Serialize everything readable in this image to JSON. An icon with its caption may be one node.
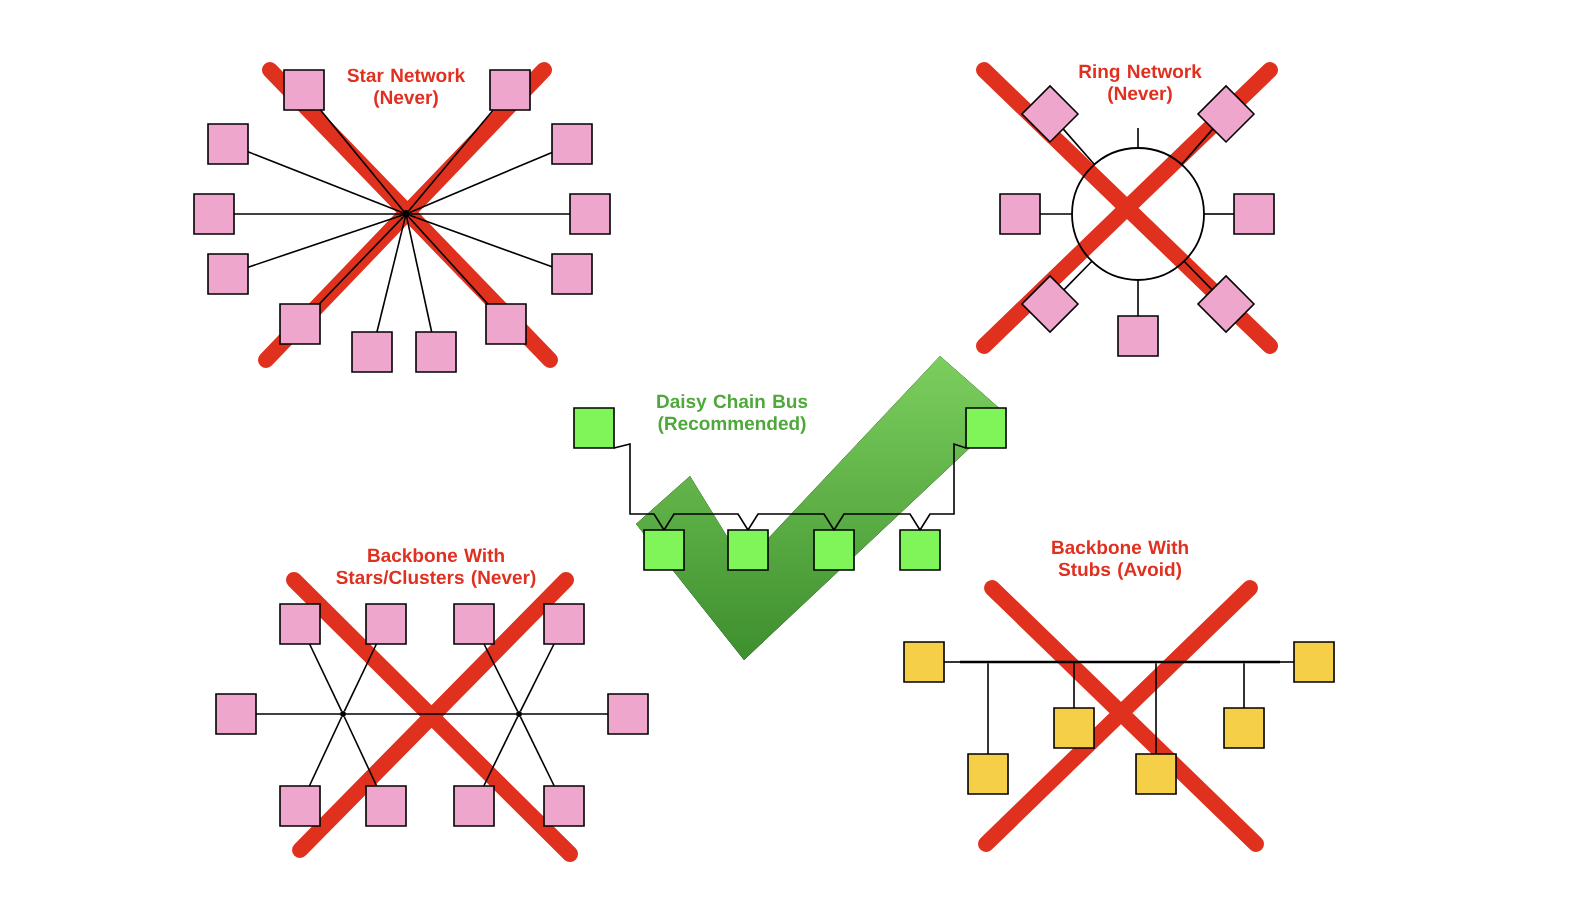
{
  "diagram": {
    "nodes": [
      {
        "text": [],
        "shape": "box"
      },
      {
        "text": [],
        "shape": "box"
      },
      {
        "text": [],
        "shape": "box"
      },
      {
        "text": [],
        "shape": "box"
      },
      {
        "text": [],
        "shape": "box"
      },
      {
        "text": [],
        "shape": "box"
      },
      {
        "text": [],
        "shape": "box"
      },
      {
        "text": [],
        "shape": "box"
      },
      {
        "text": [],
        "shape": "box"
      },
      {
        "text": [],
        "shape": "box"
      },
      {
        "text": [],
        "shape": "box"
      },
      {
        "text": [],
        "shape": "box"
      },
      {
        "text": [],
        "shape": "circle"
      },
      {
        "text": [],
        "shape": "circle"
      },
      {
        "text": [],
        "shape": "diamond"
      },
      {
        "text": [],
        "shape": "diamond"
      },
      {
        "text": [],
        "shape": "box"
      },
      {
        "text": [],
        "shape": "box"
      },
      {
        "text": [],
        "shape": "diamond"
      },
      {
        "text": [],
        "shape": "diamond"
      },
      {
        "text": [],
        "shape": "box"
      },
      {
        "text": [],
        "shape": "box"
      },
      {
        "text": [],
        "shape": "box"
      },
      {
        "text": [],
        "shape": "box"
      },
      {
        "text": [],
        "shape": "box"
      },
      {
        "text": [],
        "shape": "box"
      },
      {
        "text": [],
        "shape": "box"
      },
      {
        "text": [],
        "shape": "box"
      },
      {
        "text": [],
        "shape": "box"
      },
      {
        "text": [],
        "shape": "box"
      },
      {
        "text": [],
        "shape": "box"
      },
      {
        "text": [],
        "shape": "box"
      },
      {
        "text": [],
        "shape": "box"
      },
      {
        "text": [],
        "shape": "box"
      },
      {
        "text": [],
        "shape": "box"
      },
      {
        "text": [],
        "shape": "box"
      },
      {
        "text": [],
        "shape": "box"
      },
      {
        "text": [],
        "shape": "bar"
      },
      {
        "text": [],
        "shape": "box"
      },
      {
        "text": [],
        "shape": "box"
      },
      {
        "text": [],
        "shape": "box"
      },
      {
        "text": [],
        "shape": "box"
      },
      {
        "text": [],
        "shape": "box"
      },
      {
        "text": [],
        "shape": "box"
      },
      {
        "text": [],
        "shape": "circle"
      },
      {
        "text": [],
        "shape": "circle"
      }
    ],
    "edges": [
      {
        "from": 0,
        "to": 12,
        "arrow": "none"
      },
      {
        "from": 1,
        "to": 12,
        "arrow": "none"
      },
      {
        "from": 2,
        "to": 12,
        "arrow": "none"
      },
      {
        "from": 3,
        "to": 12,
        "arrow": "none"
      },
      {
        "from": 4,
        "to": 12,
        "arrow": "none"
      },
      {
        "from": 5,
        "to": 12,
        "arrow": "none"
      },
      {
        "from": 6,
        "to": 12,
        "arrow": "none"
      },
      {
        "from": 7,
        "to": 12,
        "arrow": "none"
      },
      {
        "from": 8,
        "to": 12,
        "arrow": "none"
      },
      {
        "from": 9,
        "to": 12,
        "arrow": "none"
      },
      {
        "from": 10,
        "to": 12,
        "arrow": "none"
      },
      {
        "from": 11,
        "to": 12,
        "arrow": "none"
      },
      {
        "from": null,
        "to": 13,
        "arrow": "none"
      },
      {
        "from": 14,
        "to": 13,
        "arrow": "none"
      },
      {
        "from": 15,
        "to": 13,
        "arrow": "none"
      },
      {
        "from": 16,
        "to": 13,
        "arrow": "none"
      },
      {
        "from": 17,
        "to": 13,
        "arrow": "none"
      },
      {
        "from": 18,
        "to": 13,
        "arrow": "none"
      },
      {
        "from": 19,
        "to": 13,
        "arrow": "none"
      },
      {
        "from": 20,
        "to": 13,
        "arrow": "none"
      },
      {
        "from": 21,
        "to": 23,
        "arrow": "none"
      },
      {
        "from": 23,
        "to": 24,
        "arrow": "none"
      },
      {
        "from": 24,
        "to": 25,
        "arrow": "none"
      },
      {
        "from": 25,
        "to": 26,
        "arrow": "none"
      },
      {
        "from": 26,
        "to": 22,
        "arrow": "none"
      },
      {
        "from": 27,
        "to": 44,
        "arrow": "none"
      },
      {
        "from": 28,
        "to": 44,
        "arrow": "none"
      },
      {
        "from": 33,
        "to": 44,
        "arrow": "none"
      },
      {
        "from": 34,
        "to": 44,
        "arrow": "none"
      },
      {
        "from": 29,
        "to": 45,
        "arrow": "none"
      },
      {
        "from": 30,
        "to": 45,
        "arrow": "none"
      },
      {
        "from": 35,
        "to": 45,
        "arrow": "none"
      },
      {
        "from": 36,
        "to": 45,
        "arrow": "none"
      },
      {
        "from": 31,
        "to": 44,
        "arrow": "none"
      },
      {
        "from": 44,
        "to": 45,
        "arrow": "none"
      },
      {
        "from": 45,
        "to": 32,
        "arrow": "none"
      },
      {
        "from": 38,
        "to": 37,
        "arrow": "none"
      },
      {
        "from": 37,
        "to": 39,
        "arrow": "none"
      },
      {
        "from": 37,
        "to": 40,
        "arrow": "none"
      },
      {
        "from": 37,
        "to": 41,
        "arrow": "none"
      },
      {
        "from": 37,
        "to": 42,
        "arrow": "none"
      },
      {
        "from": 37,
        "to": 43,
        "arrow": "none"
      }
    ],
    "labels": [
      "Star Network (Never)",
      "Ring Network (Never)",
      "Daisy Chain Bus (Recommended)",
      "Backbone With Stars/Clusters (Never)",
      "Backbone With Stubs (Avoid)"
    ]
  }
}
